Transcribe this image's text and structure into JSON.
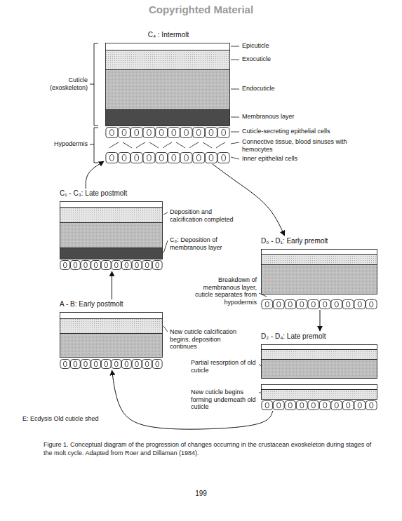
{
  "diagram": {
    "caption": "Figure 1. Conceptual diagram of the progression of changes occurring in the crustacean exoskeleton during stages of the molt cycle. Adapted from Roer and Dillaman (1984).",
    "nodes": [
      {
        "text": [
          "C₄ : Intermolt"
        ]
      },
      {
        "text": [
          "D₀ - D₁: Early premolt"
        ]
      },
      {
        "text": [
          "D₂ - D₄: Late premolt"
        ]
      },
      {
        "text": [
          "A - B: Early postmolt"
        ]
      },
      {
        "text": [
          "C₁ - C₃: Late postmolt"
        ]
      }
    ],
    "edges": [
      {
        "from": 0,
        "to": 1,
        "arrow": "to"
      },
      {
        "from": 1,
        "to": 2,
        "arrow": "to"
      },
      {
        "from": 2,
        "to": 3,
        "arrow": "to",
        "label": "E: Ecdysis Old cuticle shed"
      },
      {
        "from": 3,
        "to": 4,
        "arrow": "to"
      },
      {
        "from": 4,
        "to": 0,
        "arrow": "to"
      }
    ],
    "labels": [
      "Copyrighted Material",
      "Epicuticle",
      "Exocuticle",
      "Cuticle (exoskeleton)",
      "Endocuticle",
      "Membranous layer",
      "Cuticle-secreting epithelial cells",
      "Connective tissue, blood sinuses with hemocytes",
      "Hypodermis",
      "Inner epithelial cells",
      "Deposition and calcification completed",
      "C₃: Deposition of membranous layer",
      "Breakdown of membranous layer, cuticle separates from hypodermis",
      "New cuticle calcification begins, deposition continues",
      "Partial resorption of old cuticle",
      "New cuticle begins forming underneath old cuticle",
      "199"
    ]
  }
}
